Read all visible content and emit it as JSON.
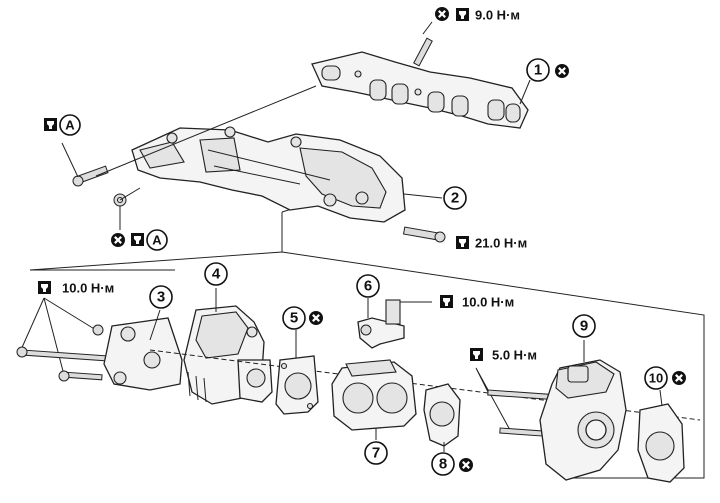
{
  "callouts": [
    {
      "id": "1",
      "label": "1",
      "replace": true
    },
    {
      "id": "2",
      "label": "2",
      "replace": false
    },
    {
      "id": "3",
      "label": "3",
      "replace": false
    },
    {
      "id": "4",
      "label": "4",
      "replace": false
    },
    {
      "id": "5",
      "label": "5",
      "replace": true
    },
    {
      "id": "6",
      "label": "6",
      "replace": false
    },
    {
      "id": "7",
      "label": "7",
      "replace": false
    },
    {
      "id": "8",
      "label": "8",
      "replace": true
    },
    {
      "id": "9",
      "label": "9",
      "replace": false
    },
    {
      "id": "10",
      "label": "10",
      "replace": true
    }
  ],
  "torques": {
    "top": "9.0 Н·м",
    "manifold_bolt": "21.0 Н·м",
    "left_bolts": "10.0 Н·м",
    "sensor_bolt": "10.0 Н·м",
    "valve_studs": "5.0 Н·м"
  },
  "ref_letter": "A",
  "icons": [
    "torque-wrench-icon",
    "do-not-reuse-icon"
  ]
}
